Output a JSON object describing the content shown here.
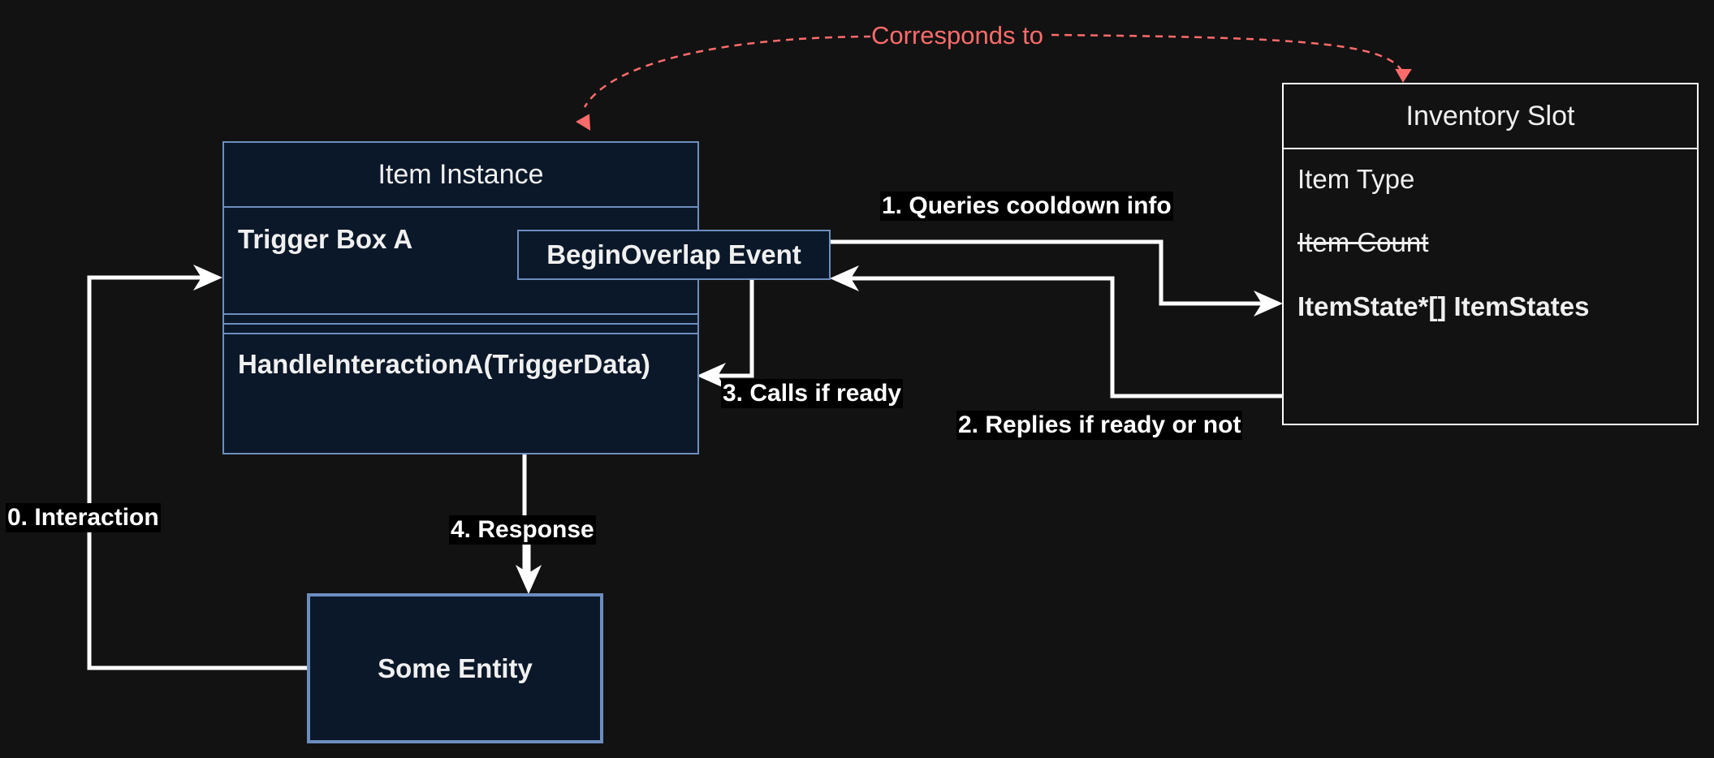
{
  "item_instance": {
    "title": "Item Instance",
    "field": "Trigger Box A",
    "method": "HandleInteractionA(TriggerData)"
  },
  "event_box": {
    "label": "BeginOverlap Event"
  },
  "inventory_slot": {
    "title": "Inventory Slot",
    "fields": [
      "Item Type",
      "Item Count",
      "ItemState*[] ItemStates"
    ],
    "struck_field": "Item Count"
  },
  "entity": {
    "label": "Some Entity"
  },
  "edges": {
    "corresponds": "Corresponds to",
    "e0": "0. Interaction",
    "e1": "1. Queries cooldown info",
    "e2": "2. Replies if ready or not",
    "e3": "3. Calls if ready",
    "e4": "4. Response"
  },
  "colors": {
    "background": "#121212",
    "box_fill": "#0b1829",
    "box_border": "#6c8ebf",
    "arrow": "#ffffff",
    "dashed_link": "#ff6b6b"
  }
}
